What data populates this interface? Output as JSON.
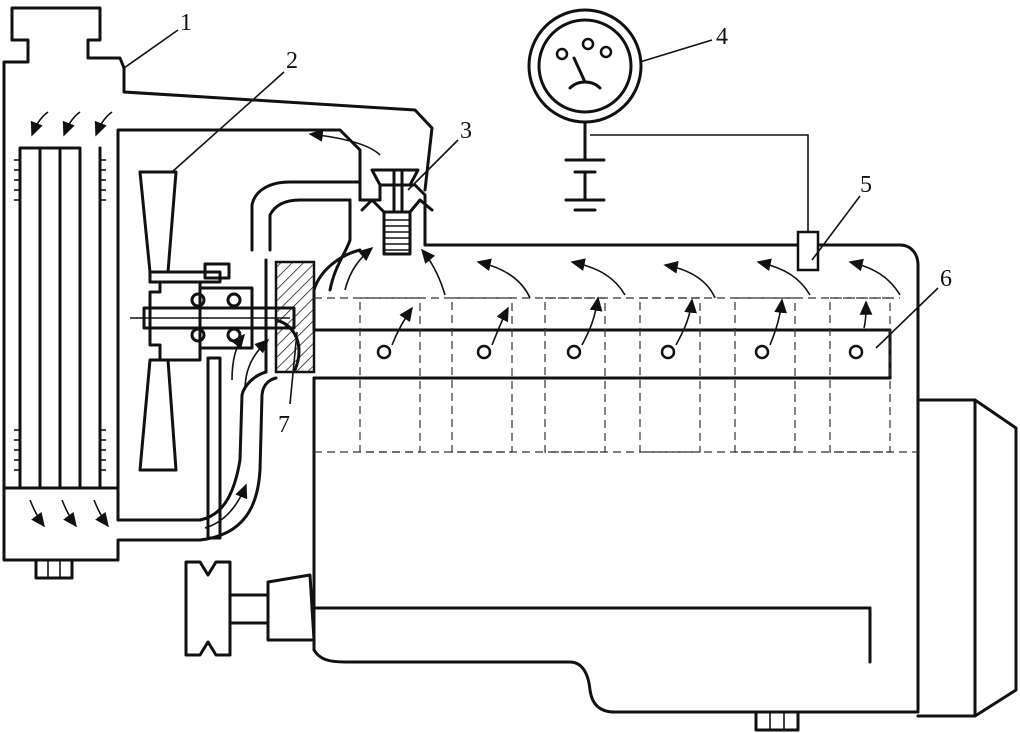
{
  "labels": [
    {
      "id": "1",
      "text": "1"
    },
    {
      "id": "2",
      "text": "2"
    },
    {
      "id": "3",
      "text": "3"
    },
    {
      "id": "4",
      "text": "4"
    },
    {
      "id": "5",
      "text": "5"
    },
    {
      "id": "6",
      "text": "6"
    },
    {
      "id": "7",
      "text": "7"
    }
  ],
  "components": {
    "radiator_cap": "radiator-cap",
    "radiator": "radiator",
    "fan": "fan",
    "thermostat": "thermostat",
    "temperature_gauge": "temperature-gauge",
    "temperature_sensor": "temperature-sensor",
    "water_jacket_distributor": "water-distribution-pipe",
    "water_pump": "water-pump",
    "engine_block": "engine-block",
    "flywheel_housing": "flywheel-housing",
    "crankshaft_pulley": "crankshaft-pulley",
    "oil_pan": "oil-pan",
    "battery": "battery-symbol"
  }
}
